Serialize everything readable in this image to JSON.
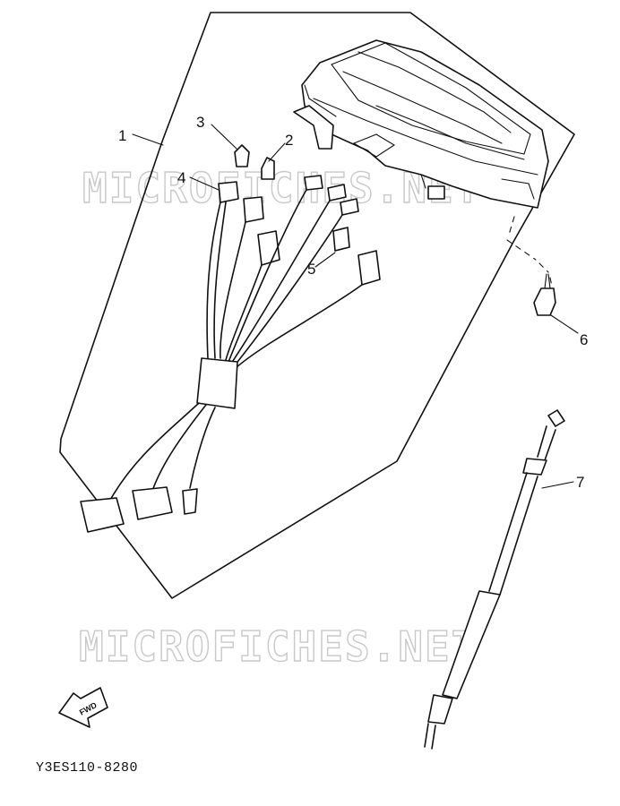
{
  "watermark": {
    "text_top": "MICROFICHES.NET",
    "text_bottom": "MICROFICHES.NET"
  },
  "callouts": [
    "1",
    "2",
    "3",
    "4",
    "5",
    "6",
    "7"
  ],
  "direction_arrow": {
    "label": "FWD"
  },
  "document_code": "Y3ES110-8280"
}
